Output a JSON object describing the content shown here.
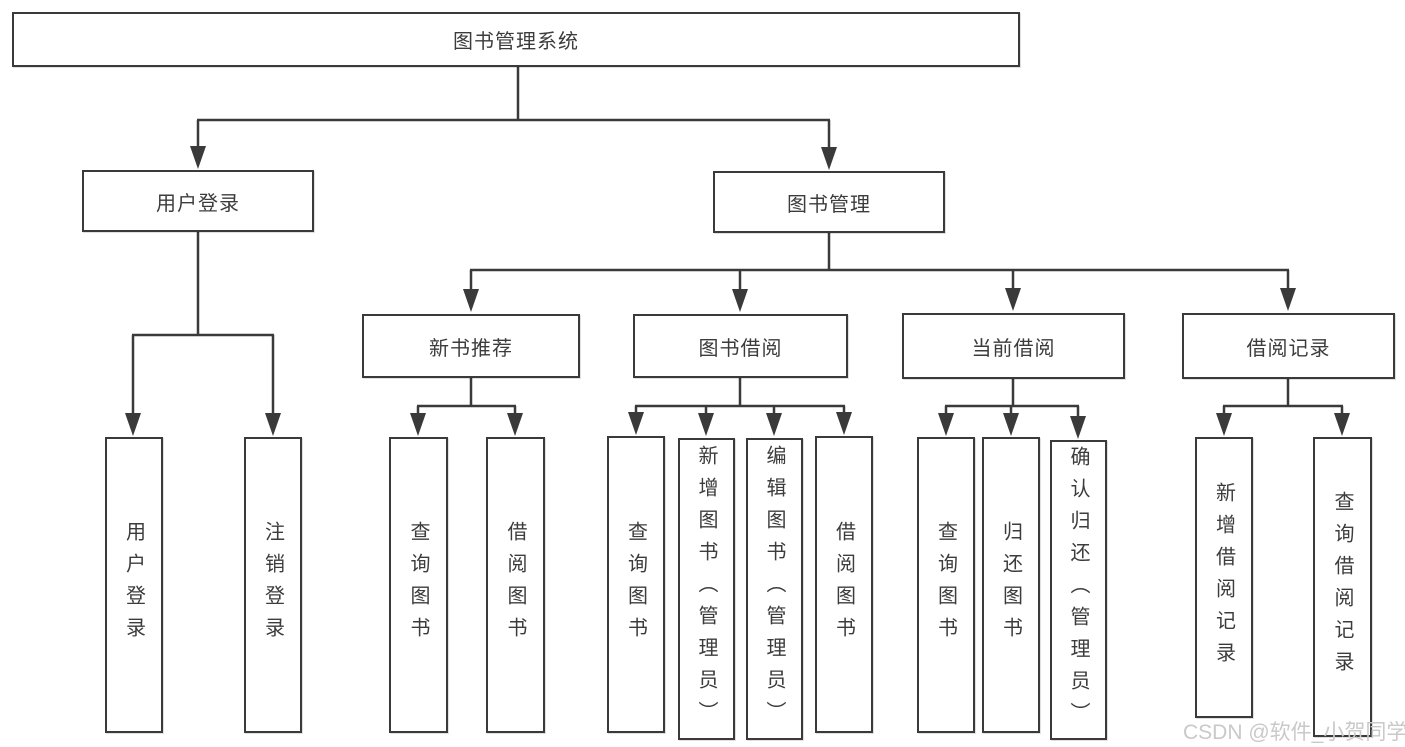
{
  "diagram": {
    "type": "hierarchy-tree",
    "root": {
      "label": "图书管理系统"
    },
    "user_branch": {
      "label": "用户登录",
      "children": [
        {
          "label": "用户登录"
        },
        {
          "label": "注销登录"
        }
      ]
    },
    "mgmt_branch": {
      "label": "图书管理",
      "children": [
        {
          "label": "新书推荐",
          "children": [
            {
              "label": "查询图书"
            },
            {
              "label": "借阅图书"
            }
          ]
        },
        {
          "label": "图书借阅",
          "children": [
            {
              "label": "查询图书"
            },
            {
              "label": "新增图书（管理员）"
            },
            {
              "label": "编辑图书（管理员）"
            },
            {
              "label": "借阅图书"
            }
          ]
        },
        {
          "label": "当前借阅",
          "children": [
            {
              "label": "查询图书"
            },
            {
              "label": "归还图书"
            },
            {
              "label": "确认归还（管理员）"
            }
          ]
        },
        {
          "label": "借阅记录",
          "children": [
            {
              "label": "新增借阅记录"
            },
            {
              "label": "查询借阅记录"
            }
          ]
        }
      ]
    },
    "watermark": "CSDN @软件_小贺同学",
    "colors": {
      "line": "#3a3a3a",
      "border": "#3a3a3a",
      "text": "#3c3c3c",
      "watermark_text": "#c9c9c9",
      "background": "#ffffff"
    }
  }
}
